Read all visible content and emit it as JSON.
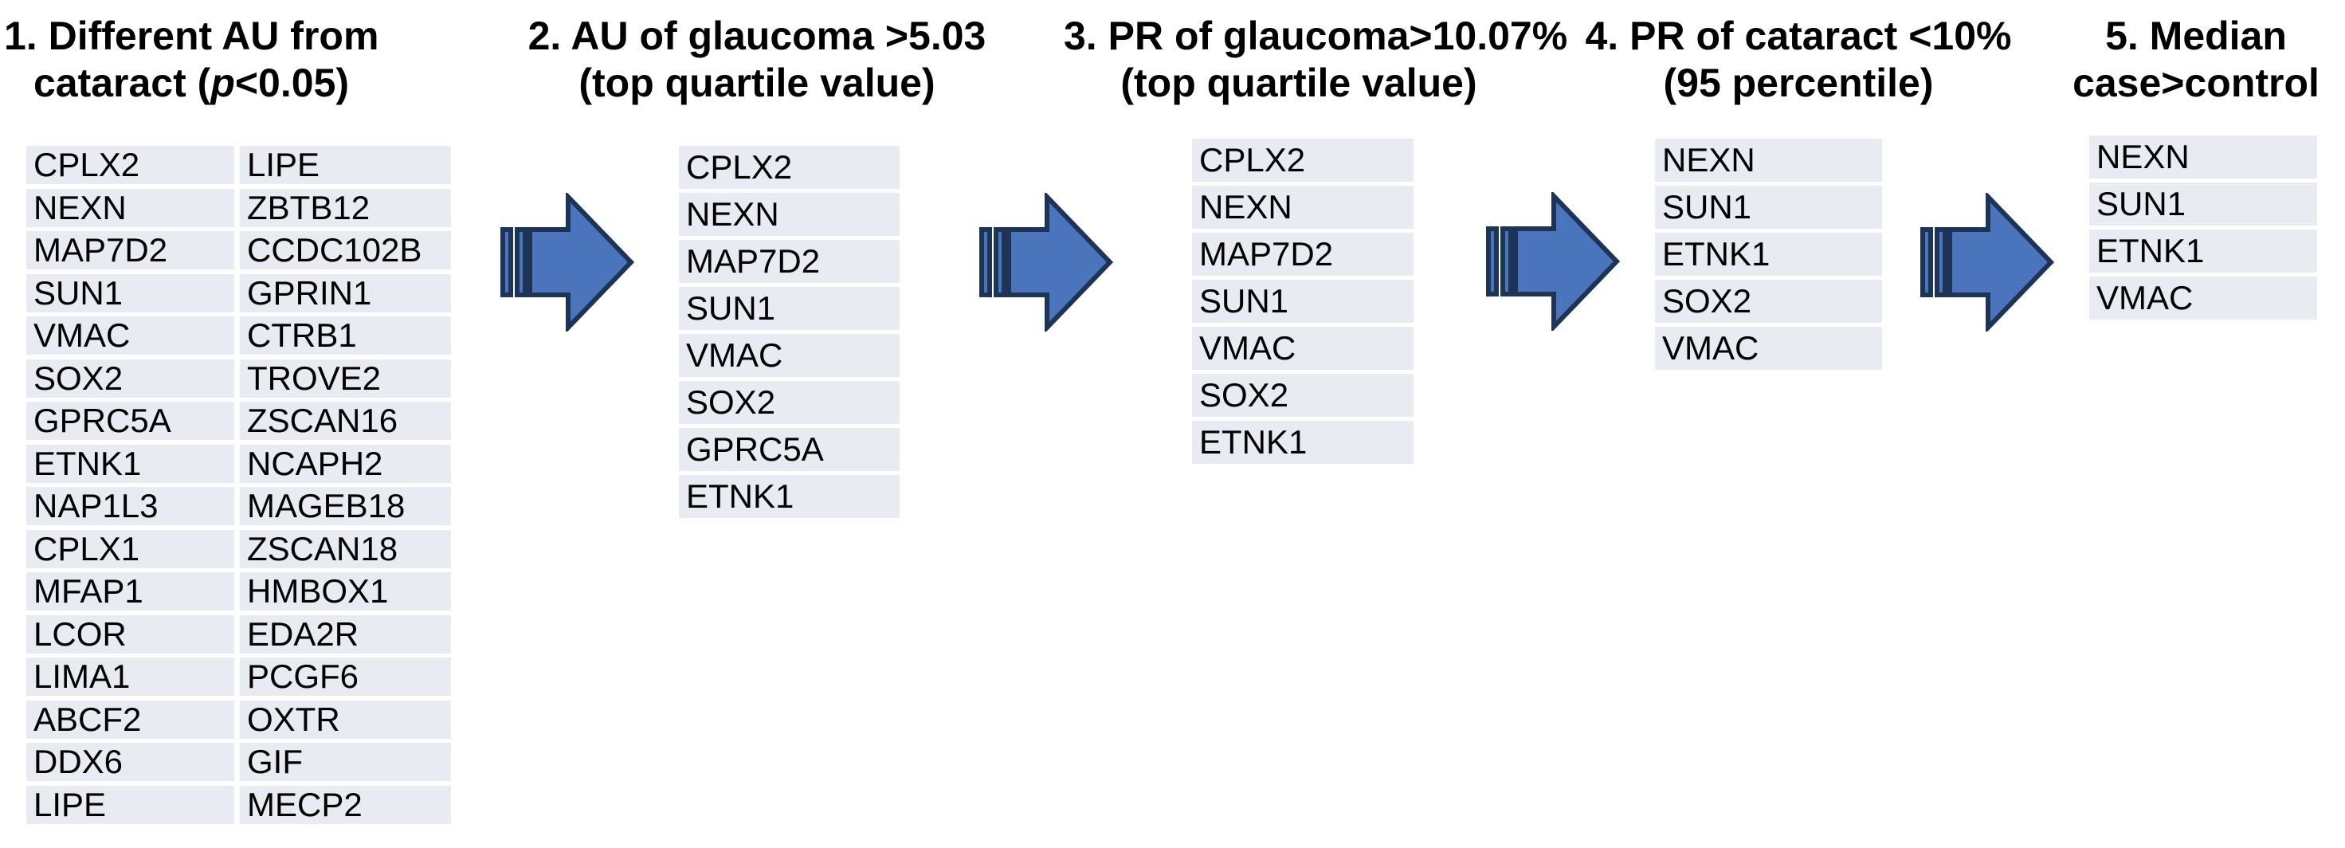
{
  "colors": {
    "background": "#ffffff",
    "row_bg": "#e9ebf3",
    "arrow_fill": "#4a74bc",
    "arrow_stroke": "#1e3456",
    "text_color": "#000000"
  },
  "arrow_icon_name": "striped-right-arrow",
  "stages": [
    {
      "title": {
        "line1": "1. Different AU from",
        "line2_pre": "cataract (",
        "line2_italic": "p",
        "line2_post": "<0.05)"
      },
      "columns": [
        [
          "CPLX2",
          "NEXN",
          "MAP7D2",
          "SUN1",
          "VMAC",
          "SOX2",
          "GPRC5A",
          "ETNK1",
          "NAP1L3",
          "CPLX1",
          "MFAP1",
          "LCOR",
          "LIMA1",
          "ABCF2",
          "DDX6",
          "LIPE"
        ],
        [
          "LIPE",
          "ZBTB12",
          "CCDC102B",
          "GPRIN1",
          "CTRB1",
          "TROVE2",
          "ZSCAN16",
          "NCAPH2",
          "MAGEB18",
          "ZSCAN18",
          "HMBOX1",
          "EDA2R",
          "PCGF6",
          "OXTR",
          "GIF",
          "MECP2"
        ]
      ]
    },
    {
      "title": {
        "line1": "2. AU of glaucoma >5.03",
        "line2": "(top quartile value)"
      },
      "genes": [
        "CPLX2",
        "NEXN",
        "MAP7D2",
        "SUN1",
        "VMAC",
        "SOX2",
        "GPRC5A",
        "ETNK1"
      ]
    },
    {
      "title": {
        "line1": "3. PR of glaucoma>10.07%",
        "line2": "(top quartile value)"
      },
      "genes": [
        "CPLX2",
        "NEXN",
        "MAP7D2",
        "SUN1",
        "VMAC",
        "SOX2",
        "ETNK1"
      ]
    },
    {
      "title": {
        "line1": "4. PR of cataract <10%",
        "line2": "(95 percentile)"
      },
      "genes": [
        "NEXN",
        "SUN1",
        "ETNK1",
        "SOX2",
        "VMAC"
      ]
    },
    {
      "title": {
        "line1": "5. Median",
        "line2": "case>control"
      },
      "genes": [
        "NEXN",
        "SUN1",
        "ETNK1",
        "VMAC"
      ]
    }
  ]
}
